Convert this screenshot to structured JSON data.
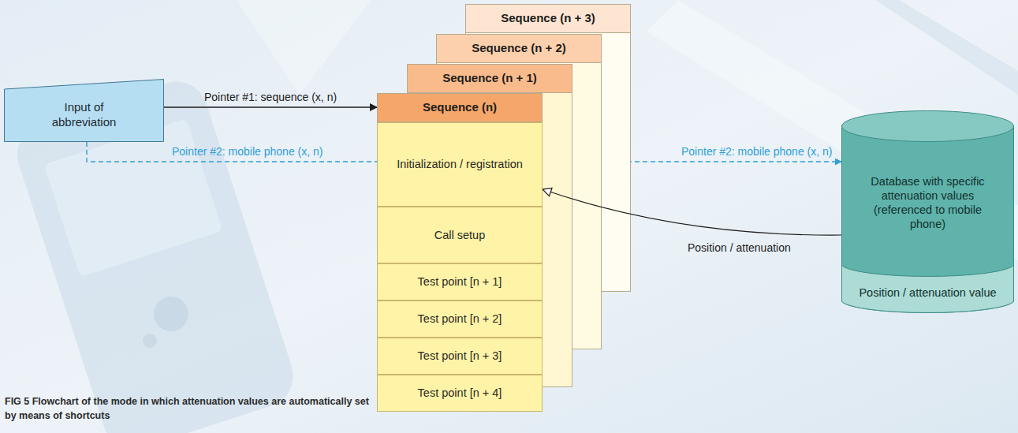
{
  "diagram": {
    "caption": "FIG 5 Flowchart of the mode in which attenuation values are automatically set by means of shortcuts",
    "nodes": [
      {
        "text": [
          "Input of abbreviation"
        ]
      },
      {
        "text": [
          "Sequence (n + 3)"
        ]
      },
      {
        "text": [
          "Sequence (n + 2)"
        ]
      },
      {
        "text": [
          "Sequence (n + 1)"
        ]
      },
      {
        "text": [
          "Sequence (n)"
        ]
      },
      {
        "text": [
          "Initialization / registration"
        ],
        "in": 4
      },
      {
        "text": [
          "Call setup"
        ],
        "in": 4
      },
      {
        "text": [
          "Test point [n + 1]"
        ],
        "in": 4
      },
      {
        "text": [
          "Test point [n + 2]"
        ],
        "in": 4
      },
      {
        "text": [
          "Test point [n + 3]"
        ],
        "in": 4
      },
      {
        "text": [
          "Test point [n + 4]"
        ],
        "in": 4
      },
      {
        "text": [
          "Database with specific attenuation values (referenced to mobile phone)"
        ]
      },
      {
        "text": [
          "Position / attenuation value"
        ],
        "in": 11
      }
    ],
    "edges": [
      {
        "from": 0,
        "to": 4,
        "label": "Pointer #1: sequence (x, n)",
        "arrow": "to"
      },
      {
        "from": 0,
        "to": 11,
        "label": "Pointer #2: mobile phone (x, n)",
        "arrow": "to"
      },
      {
        "from": 11,
        "to": 5,
        "label": "Position / attenuation",
        "arrow": "to"
      }
    ],
    "labels": [
      "Pointer #2: mobile phone (x, n)"
    ]
  }
}
